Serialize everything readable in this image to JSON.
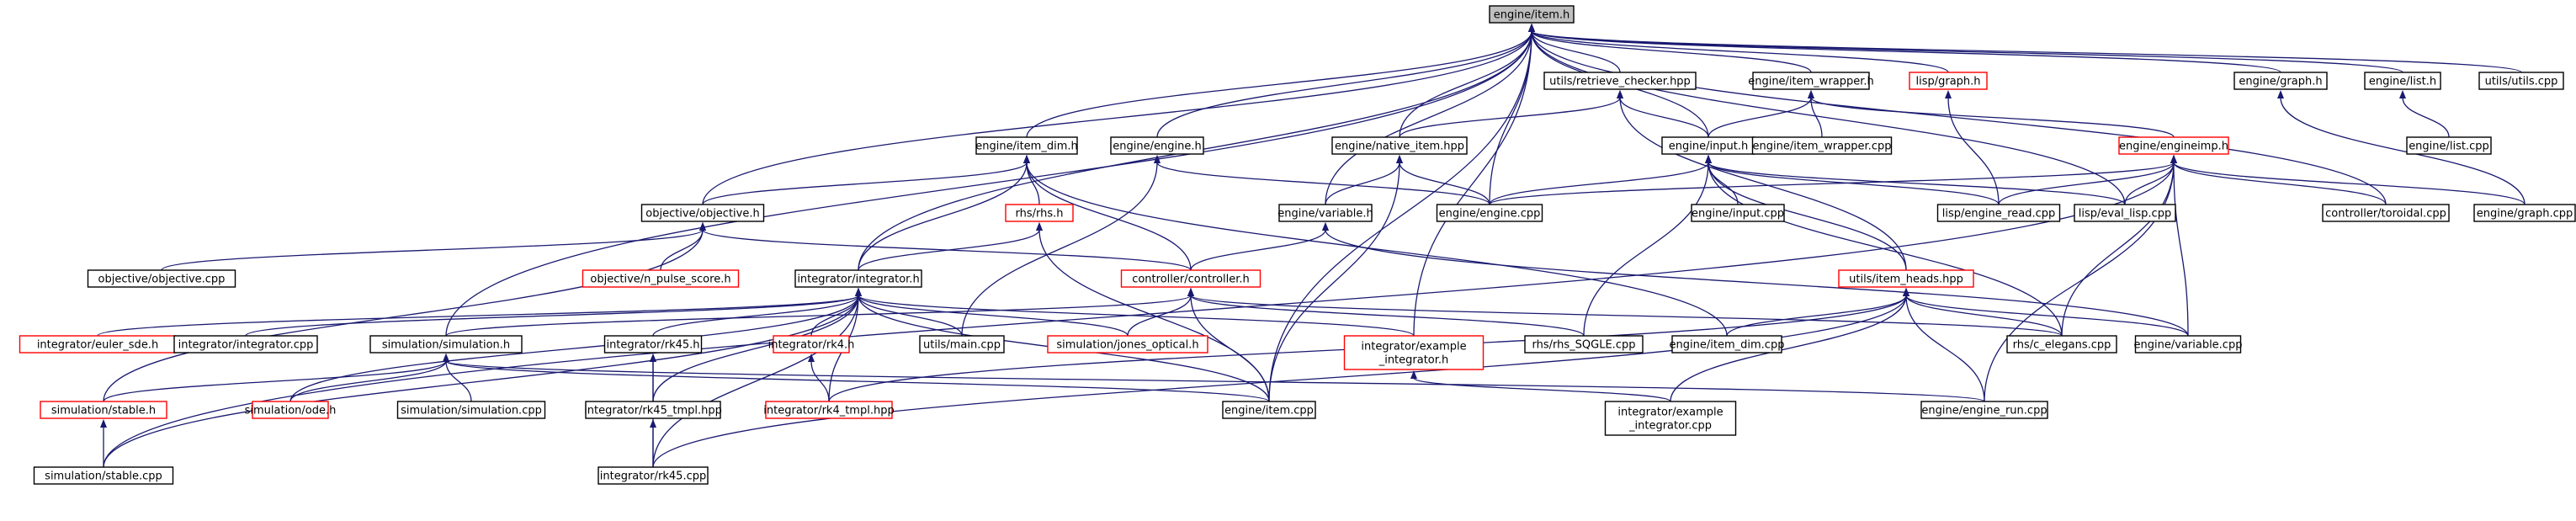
{
  "graph": {
    "edge_color": "#191970",
    "root_fill": "#bfbfbf",
    "incomplete_border_color": "#ff0000",
    "nodes": [
      {
        "id": "item_h",
        "lines": [
          "engine/item.h"
        ],
        "root": true
      },
      {
        "id": "retrieve_checker_hpp",
        "lines": [
          "utils/retrieve_checker.hpp"
        ]
      },
      {
        "id": "item_wrapper_h",
        "lines": [
          "engine/item_wrapper.h"
        ]
      },
      {
        "id": "lisp_graph_h",
        "lines": [
          "lisp/graph.h"
        ],
        "red": true
      },
      {
        "id": "engine_graph_h",
        "lines": [
          "engine/graph.h"
        ]
      },
      {
        "id": "engine_list_h",
        "lines": [
          "engine/list.h"
        ]
      },
      {
        "id": "utils_cpp",
        "lines": [
          "utils/utils.cpp"
        ]
      },
      {
        "id": "item_dim_h",
        "lines": [
          "engine/item_dim.h"
        ]
      },
      {
        "id": "engine_engine_h",
        "lines": [
          "engine/engine.h"
        ]
      },
      {
        "id": "native_item_hpp",
        "lines": [
          "engine/native_item.hpp"
        ]
      },
      {
        "id": "input_h",
        "lines": [
          "engine/input.h"
        ]
      },
      {
        "id": "item_wrapper_cpp",
        "lines": [
          "engine/item_wrapper.cpp"
        ]
      },
      {
        "id": "engineimp_h",
        "lines": [
          "engine/engineimp.h"
        ],
        "red": true
      },
      {
        "id": "list_cpp",
        "lines": [
          "engine/list.cpp"
        ]
      },
      {
        "id": "objective_h",
        "lines": [
          "objective/objective.h"
        ]
      },
      {
        "id": "rhs_h",
        "lines": [
          "rhs/rhs.h"
        ],
        "red": true
      },
      {
        "id": "variable_h",
        "lines": [
          "engine/variable.h"
        ]
      },
      {
        "id": "engine_cpp",
        "lines": [
          "engine/engine.cpp"
        ]
      },
      {
        "id": "input_cpp",
        "lines": [
          "engine/input.cpp"
        ]
      },
      {
        "id": "engine_read_cpp",
        "lines": [
          "lisp/engine_read.cpp"
        ]
      },
      {
        "id": "eval_lisp_cpp",
        "lines": [
          "lisp/eval_lisp.cpp"
        ]
      },
      {
        "id": "toroidal_cpp",
        "lines": [
          "controller/toroidal.cpp"
        ]
      },
      {
        "id": "graph_cpp",
        "lines": [
          "engine/graph.cpp"
        ]
      },
      {
        "id": "objective_cpp",
        "lines": [
          "objective/objective.cpp"
        ]
      },
      {
        "id": "n_pulse_score_h",
        "lines": [
          "objective/n_pulse_score.h"
        ],
        "red": true
      },
      {
        "id": "integrator_h",
        "lines": [
          "integrator/integrator.h"
        ]
      },
      {
        "id": "controller_h",
        "lines": [
          "controller/controller.h"
        ],
        "red": true
      },
      {
        "id": "item_heads_hpp",
        "lines": [
          "utils/item_heads.hpp"
        ],
        "red": true
      },
      {
        "id": "euler_sde_h",
        "lines": [
          "integrator/euler_sde.h"
        ],
        "red": true
      },
      {
        "id": "integrator_cpp",
        "lines": [
          "integrator/integrator.cpp"
        ]
      },
      {
        "id": "simulation_h",
        "lines": [
          "simulation/simulation.h"
        ]
      },
      {
        "id": "rk45_h",
        "lines": [
          "integrator/rk45.h"
        ]
      },
      {
        "id": "rk4_h",
        "lines": [
          "integrator/rk4.h"
        ],
        "red": true
      },
      {
        "id": "utils_main_cpp",
        "lines": [
          "utils/main.cpp"
        ]
      },
      {
        "id": "jones_optical_h",
        "lines": [
          "simulation/jones_optical.h"
        ],
        "red": true
      },
      {
        "id": "example_integrator_h",
        "lines": [
          "integrator/example",
          "_integrator.h"
        ],
        "red": true
      },
      {
        "id": "rhs_sqgle_cpp",
        "lines": [
          "rhs/rhs_SQGLE.cpp"
        ]
      },
      {
        "id": "item_dim_cpp",
        "lines": [
          "engine/item_dim.cpp"
        ]
      },
      {
        "id": "c_elegans_cpp",
        "lines": [
          "rhs/c_elegans.cpp"
        ]
      },
      {
        "id": "variable_cpp",
        "lines": [
          "engine/variable.cpp"
        ]
      },
      {
        "id": "stable_h",
        "lines": [
          "simulation/stable.h"
        ],
        "red": true
      },
      {
        "id": "ode_h",
        "lines": [
          "simulation/ode.h"
        ],
        "red": true
      },
      {
        "id": "simulation_cpp",
        "lines": [
          "simulation/simulation.cpp"
        ]
      },
      {
        "id": "rk45_tmpl_hpp",
        "lines": [
          "integrator/rk45_tmpl.hpp"
        ]
      },
      {
        "id": "rk4_tmpl_hpp",
        "lines": [
          "integrator/rk4_tmpl.hpp"
        ],
        "red": true
      },
      {
        "id": "item_cpp",
        "lines": [
          "engine/item.cpp"
        ]
      },
      {
        "id": "example_integrator_cpp",
        "lines": [
          "integrator/example",
          "_integrator.cpp"
        ]
      },
      {
        "id": "engine_run_cpp",
        "lines": [
          "engine/engine_run.cpp"
        ]
      },
      {
        "id": "stable_cpp",
        "lines": [
          "simulation/stable.cpp"
        ]
      },
      {
        "id": "rk45_cpp",
        "lines": [
          "integrator/rk45.cpp"
        ]
      }
    ],
    "edges": [
      [
        "item_h",
        "retrieve_checker_hpp"
      ],
      [
        "item_h",
        "item_wrapper_h"
      ],
      [
        "item_h",
        "lisp_graph_h"
      ],
      [
        "item_h",
        "engine_graph_h"
      ],
      [
        "item_h",
        "engine_list_h"
      ],
      [
        "item_h",
        "utils_cpp"
      ],
      [
        "item_h",
        "item_dim_h"
      ],
      [
        "item_h",
        "engine_engine_h"
      ],
      [
        "item_h",
        "native_item_hpp"
      ],
      [
        "item_h",
        "input_h"
      ],
      [
        "item_h",
        "objective_h"
      ],
      [
        "item_h",
        "integrator_h"
      ],
      [
        "item_h",
        "variable_h"
      ],
      [
        "item_h",
        "engine_cpp"
      ],
      [
        "item_h",
        "eval_lisp_cpp"
      ],
      [
        "item_h",
        "toroidal_cpp"
      ],
      [
        "item_h",
        "example_integrator_h"
      ],
      [
        "item_h",
        "item_cpp"
      ],
      [
        "item_h",
        "simulation_h"
      ],
      [
        "retrieve_checker_hpp",
        "native_item_hpp"
      ],
      [
        "retrieve_checker_hpp",
        "input_h"
      ],
      [
        "retrieve_checker_hpp",
        "item_heads_hpp"
      ],
      [
        "item_wrapper_h",
        "input_h"
      ],
      [
        "item_wrapper_h",
        "item_wrapper_cpp"
      ],
      [
        "item_wrapper_h",
        "engineimp_h"
      ],
      [
        "lisp_graph_h",
        "engine_read_cpp"
      ],
      [
        "engine_graph_h",
        "graph_cpp"
      ],
      [
        "engine_list_h",
        "list_cpp"
      ],
      [
        "item_dim_h",
        "objective_h"
      ],
      [
        "item_dim_h",
        "rhs_h"
      ],
      [
        "item_dim_h",
        "integrator_h"
      ],
      [
        "item_dim_h",
        "controller_h"
      ],
      [
        "item_dim_h",
        "item_dim_cpp"
      ],
      [
        "engine_engine_h",
        "engine_cpp"
      ],
      [
        "engine_engine_h",
        "utils_main_cpp"
      ],
      [
        "native_item_hpp",
        "variable_h"
      ],
      [
        "native_item_hpp",
        "engine_cpp"
      ],
      [
        "native_item_hpp",
        "item_cpp"
      ],
      [
        "input_h",
        "engine_cpp"
      ],
      [
        "input_h",
        "input_cpp"
      ],
      [
        "input_h",
        "engine_read_cpp"
      ],
      [
        "input_h",
        "eval_lisp_cpp"
      ],
      [
        "input_h",
        "item_heads_hpp"
      ],
      [
        "input_h",
        "rhs_sqgle_cpp"
      ],
      [
        "input_h",
        "c_elegans_cpp"
      ],
      [
        "engineimp_h",
        "engine_cpp"
      ],
      [
        "engineimp_h",
        "engine_read_cpp"
      ],
      [
        "engineimp_h",
        "eval_lisp_cpp"
      ],
      [
        "engineimp_h",
        "toroidal_cpp"
      ],
      [
        "engineimp_h",
        "graph_cpp"
      ],
      [
        "engineimp_h",
        "c_elegans_cpp"
      ],
      [
        "engineimp_h",
        "variable_cpp"
      ],
      [
        "engineimp_h",
        "engine_run_cpp"
      ],
      [
        "engineimp_h",
        "stable_cpp"
      ],
      [
        "objective_h",
        "objective_cpp"
      ],
      [
        "objective_h",
        "n_pulse_score_h"
      ],
      [
        "objective_h",
        "controller_h"
      ],
      [
        "objective_h",
        "stable_h"
      ],
      [
        "rhs_h",
        "integrator_h"
      ],
      [
        "rhs_h",
        "item_cpp"
      ],
      [
        "variable_h",
        "controller_h"
      ],
      [
        "variable_h",
        "variable_cpp"
      ],
      [
        "integrator_h",
        "euler_sde_h"
      ],
      [
        "integrator_h",
        "integrator_cpp"
      ],
      [
        "integrator_h",
        "rk45_h"
      ],
      [
        "integrator_h",
        "rk4_h"
      ],
      [
        "integrator_h",
        "utils_main_cpp"
      ],
      [
        "integrator_h",
        "jones_optical_h"
      ],
      [
        "integrator_h",
        "example_integrator_h"
      ],
      [
        "integrator_h",
        "ode_h"
      ],
      [
        "integrator_h",
        "rk45_tmpl_hpp"
      ],
      [
        "integrator_h",
        "rk4_tmpl_hpp"
      ],
      [
        "integrator_h",
        "item_cpp"
      ],
      [
        "integrator_h",
        "stable_cpp"
      ],
      [
        "integrator_h",
        "rk45_cpp"
      ],
      [
        "controller_h",
        "simulation_h"
      ],
      [
        "controller_h",
        "jones_optical_h"
      ],
      [
        "controller_h",
        "rhs_sqgle_cpp"
      ],
      [
        "controller_h",
        "c_elegans_cpp"
      ],
      [
        "controller_h",
        "item_cpp"
      ],
      [
        "item_heads_hpp",
        "item_dim_cpp"
      ],
      [
        "item_heads_hpp",
        "c_elegans_cpp"
      ],
      [
        "item_heads_hpp",
        "variable_cpp"
      ],
      [
        "item_heads_hpp",
        "rk4_tmpl_hpp"
      ],
      [
        "item_heads_hpp",
        "example_integrator_cpp"
      ],
      [
        "item_heads_hpp",
        "engine_run_cpp"
      ],
      [
        "item_heads_hpp",
        "rk45_cpp"
      ],
      [
        "simulation_h",
        "stable_h"
      ],
      [
        "simulation_h",
        "ode_h"
      ],
      [
        "simulation_h",
        "simulation_cpp"
      ],
      [
        "simulation_h",
        "item_cpp"
      ],
      [
        "simulation_h",
        "engine_run_cpp"
      ],
      [
        "rk45_h",
        "rk45_tmpl_hpp"
      ],
      [
        "rk45_h",
        "rk45_cpp"
      ],
      [
        "rk4_h",
        "rk4_tmpl_hpp"
      ],
      [
        "example_integrator_h",
        "example_integrator_cpp"
      ],
      [
        "stable_h",
        "stable_cpp"
      ],
      [
        "rk45_tmpl_hpp",
        "rk45_cpp"
      ]
    ]
  }
}
